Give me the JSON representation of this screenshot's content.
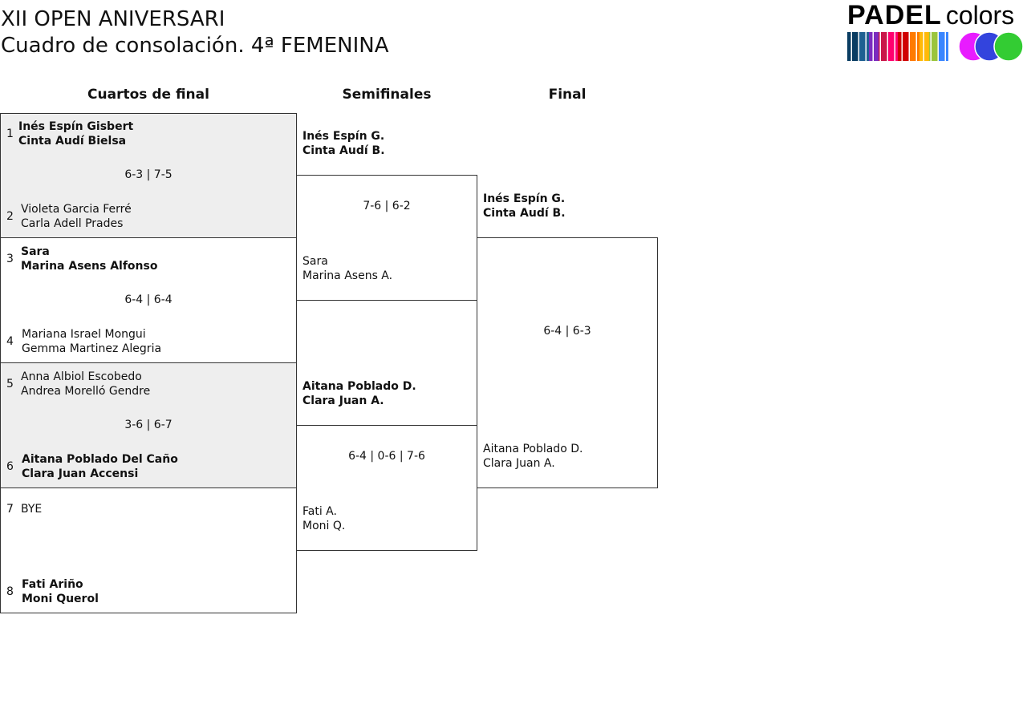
{
  "header": {
    "title_line1": "XII OPEN ANIVERSARI",
    "title_line2": "Cuadro de consolación. 4ª FEMENINA"
  },
  "logo": {
    "word1": "PADEL",
    "word2": "colors",
    "stripe_colors": [
      "#0a3d62",
      "#1e6091",
      "#7b2cbf",
      "#c9184a",
      "#ff006e",
      "#d00000",
      "#ff7b00",
      "#ffba08",
      "#9bc53d",
      "#3a86ff"
    ],
    "ball_colors": [
      "#e81cff",
      "#3344dd",
      "#33cc33"
    ]
  },
  "rounds": {
    "quarterfinals": "Cuartos de final",
    "semifinals": "Semifinales",
    "final": "Final"
  },
  "quarterfinals": [
    {
      "top": {
        "seed": "1",
        "player1": "Inés Espín Gisbert",
        "player2": "Cinta Audí Bielsa"
      },
      "score": "6-3 | 7-5",
      "bottom": {
        "seed": "2",
        "player1": "Violeta Garcia Ferré",
        "player2": "Carla Adell Prades"
      }
    },
    {
      "top": {
        "seed": "3",
        "player1": "Sara",
        "player2": "Marina Asens Alfonso"
      },
      "score": "6-4 | 6-4",
      "bottom": {
        "seed": "4",
        "player1": "Mariana Israel Mongui",
        "player2": "Gemma Martinez Alegria"
      }
    },
    {
      "top": {
        "seed": "5",
        "player1": "Anna Albiol Escobedo",
        "player2": "Andrea Morelló Gendre"
      },
      "score": "3-6 | 6-7",
      "bottom": {
        "seed": "6",
        "player1": "Aitana Poblado Del Caño",
        "player2": "Clara Juan Accensi"
      }
    },
    {
      "top": {
        "seed": "7",
        "player1": "BYE",
        "player2": ""
      },
      "score": "",
      "bottom": {
        "seed": "8",
        "player1": "Fati Ariño",
        "player2": "Moni Querol"
      }
    }
  ],
  "semifinals": [
    {
      "top": {
        "player1": "Inés Espín G.",
        "player2": "Cinta Audí B."
      },
      "score": "7-6 | 6-2",
      "bottom": {
        "player1": "Sara",
        "player2": "Marina Asens A."
      }
    },
    {
      "top": {
        "player1": "Aitana Poblado D.",
        "player2": "Clara Juan A."
      },
      "score": "6-4 | 0-6 | 7-6",
      "bottom": {
        "player1": "Fati A.",
        "player2": "Moni Q."
      }
    }
  ],
  "final": {
    "top": {
      "player1": "Inés Espín G.",
      "player2": "Cinta Audí B."
    },
    "score": "6-4 | 6-3",
    "bottom": {
      "player1": "Aitana Poblado D.",
      "player2": "Clara Juan A."
    }
  }
}
